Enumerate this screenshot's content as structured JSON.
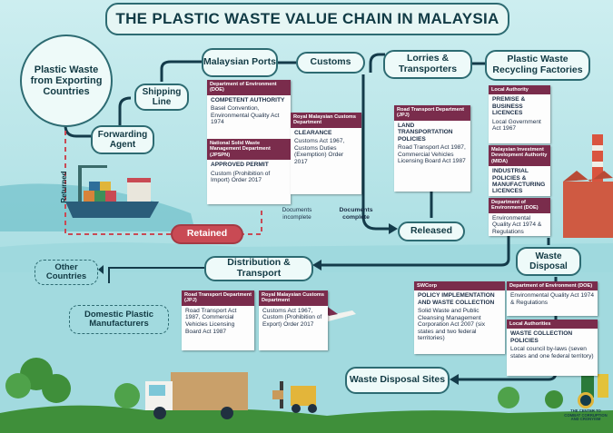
{
  "title": "THE PLASTIC WASTE VALUE CHAIN IN MALAYSIA",
  "nodes": {
    "source": "Plastic Waste from Exporting Countries",
    "forwarding": "Forwarding Agent",
    "shipping": "Shipping Line",
    "ports": "Malaysian Ports",
    "customs": "Customs",
    "lorries": "Lorries & Transporters",
    "factories": "Plastic Waste Recycling Factories",
    "retained": "Retained",
    "released": "Released",
    "distribution": "Distribution & Transport",
    "disposal": "Waste Disposal",
    "sites": "Waste Disposal Sites",
    "other": "Other Countries",
    "domestic": "Domestic Plastic Manufacturers"
  },
  "labels": {
    "returned": "Returned",
    "docs_incomplete": "Documents incomplete",
    "docs_complete": "Documents complete"
  },
  "cards": {
    "doe_ports": {
      "header": "Department of Environment (DOE)",
      "title": "COMPETENT AUTHORITY",
      "body": "Basel Convention, Environmental Quality Act 1974"
    },
    "jpsm": {
      "header": "National Solid Waste Management Department (JPSPN)",
      "title": "APPROVED PERMIT",
      "body": "Custom (Prohibition of Import) Order 2017"
    },
    "customs_card": {
      "header": "Royal Malaysian Customs Department",
      "title": "CLEARANCE",
      "body": "Customs Act 1967, Customs Duties (Exemption) Order 2017"
    },
    "jpj_top": {
      "header": "Road Transport Department (JPJ)",
      "title": "LAND TRANSPORTATION POLICIES",
      "body": "Road Transport Act 1987, Commercial Vehicles Licensing Board Act 1987"
    },
    "local_authority": {
      "header": "Local Authority",
      "title": "PREMISE & BUSINESS LICENCES",
      "body": "Local Government Act 1967"
    },
    "mida": {
      "header": "Malaysian Investment Development Authority (MIDA)",
      "title": "INDUSTRIAL POLICIES & MANUFACTURING LICENCES",
      "body": ""
    },
    "doe_factory": {
      "header": "Department of Environment (DOE)",
      "title": "",
      "body": "Environmental Quality Act 1974 & Regulations"
    },
    "jpj_bottom": {
      "header": "Road Transport Department (JPJ)",
      "title": "",
      "body": "Road Transport Act 1987, Commercial Vehicles Licensing Board Act 1987"
    },
    "customs_export": {
      "header": "Royal Malaysian Customs Department",
      "title": "",
      "body": "Customs Act 1967, Custom (Prohibition of Export) Order 2017"
    },
    "swcorp": {
      "header": "SWCorp",
      "title": "POLICY IMPLEMENTATION AND WASTE COLLECTION",
      "body": "Solid Waste and Public Cleansing Management Corporation Act 2007 (six states and two federal territories)"
    },
    "doe_disposal": {
      "header": "Department of Environment (DOE)",
      "title": "",
      "body": "Environmental Quality Act 1974 & Regulations"
    },
    "local_authorities": {
      "header": "Local Authorities",
      "title": "WASTE COLLECTION POLICIES",
      "body": "Local council by-laws (seven states and one federal territory)"
    }
  },
  "logo_text": "THE CENTER TO COMBAT CORRUPTION AND CRONYISM",
  "colors": {
    "teal": "#2d6b72",
    "maroon": "#7a2c4c",
    "retained": "#c94a54",
    "arrow_red": "#c94a54",
    "dark_navy": "#143b4a"
  }
}
